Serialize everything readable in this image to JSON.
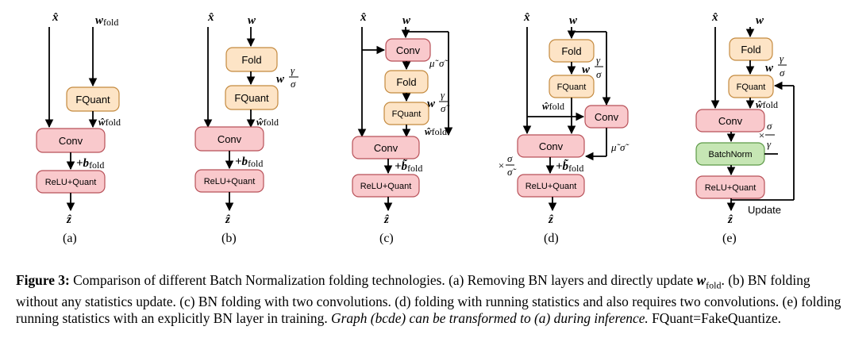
{
  "symbols": {
    "x_hat": "x̂",
    "w": "w",
    "w_fold": "w",
    "fold_sub": "fold",
    "z_hat": "ẑ",
    "w_hat": "ŵ",
    "plus_b": "+b",
    "plus_btilde": "+b̃",
    "gamma": "γ",
    "sigma": "σ",
    "sigma_tilde": "σ̃",
    "mu_tilde": "μ̃",
    "times": "×"
  },
  "blocks": {
    "conv": "Conv",
    "fquant": "FQuant",
    "fold": "Fold",
    "relu_quant": "ReLU+Quant",
    "batchnorm": "BatchNorm",
    "update": "Update"
  },
  "panels": [
    "(a)",
    "(b)",
    "(c)",
    "(d)",
    "(e)"
  ],
  "caption": {
    "label": "Figure 3:",
    "part1": " Comparison of different Batch Normalization folding technologies. (a) Removing BN layers and directly update ",
    "wfold": "w",
    "wfold_sub": "fold",
    "part2": ". (b) BN folding without any statistics update. (c) BN folding with two convolutions. (d) folding with running statistics and also requires two convolutions. (e) folding running statistics with an explicitly BN layer in training. ",
    "italic": "Graph (bcde) can be transformed to (a) during inference.",
    "part3": " FQuant=FakeQuantize."
  },
  "colors": {
    "conv_fill": "#f9c9cc",
    "fquant_fill": "#fde4c6",
    "batchnorm_fill": "#c6e6b4"
  }
}
